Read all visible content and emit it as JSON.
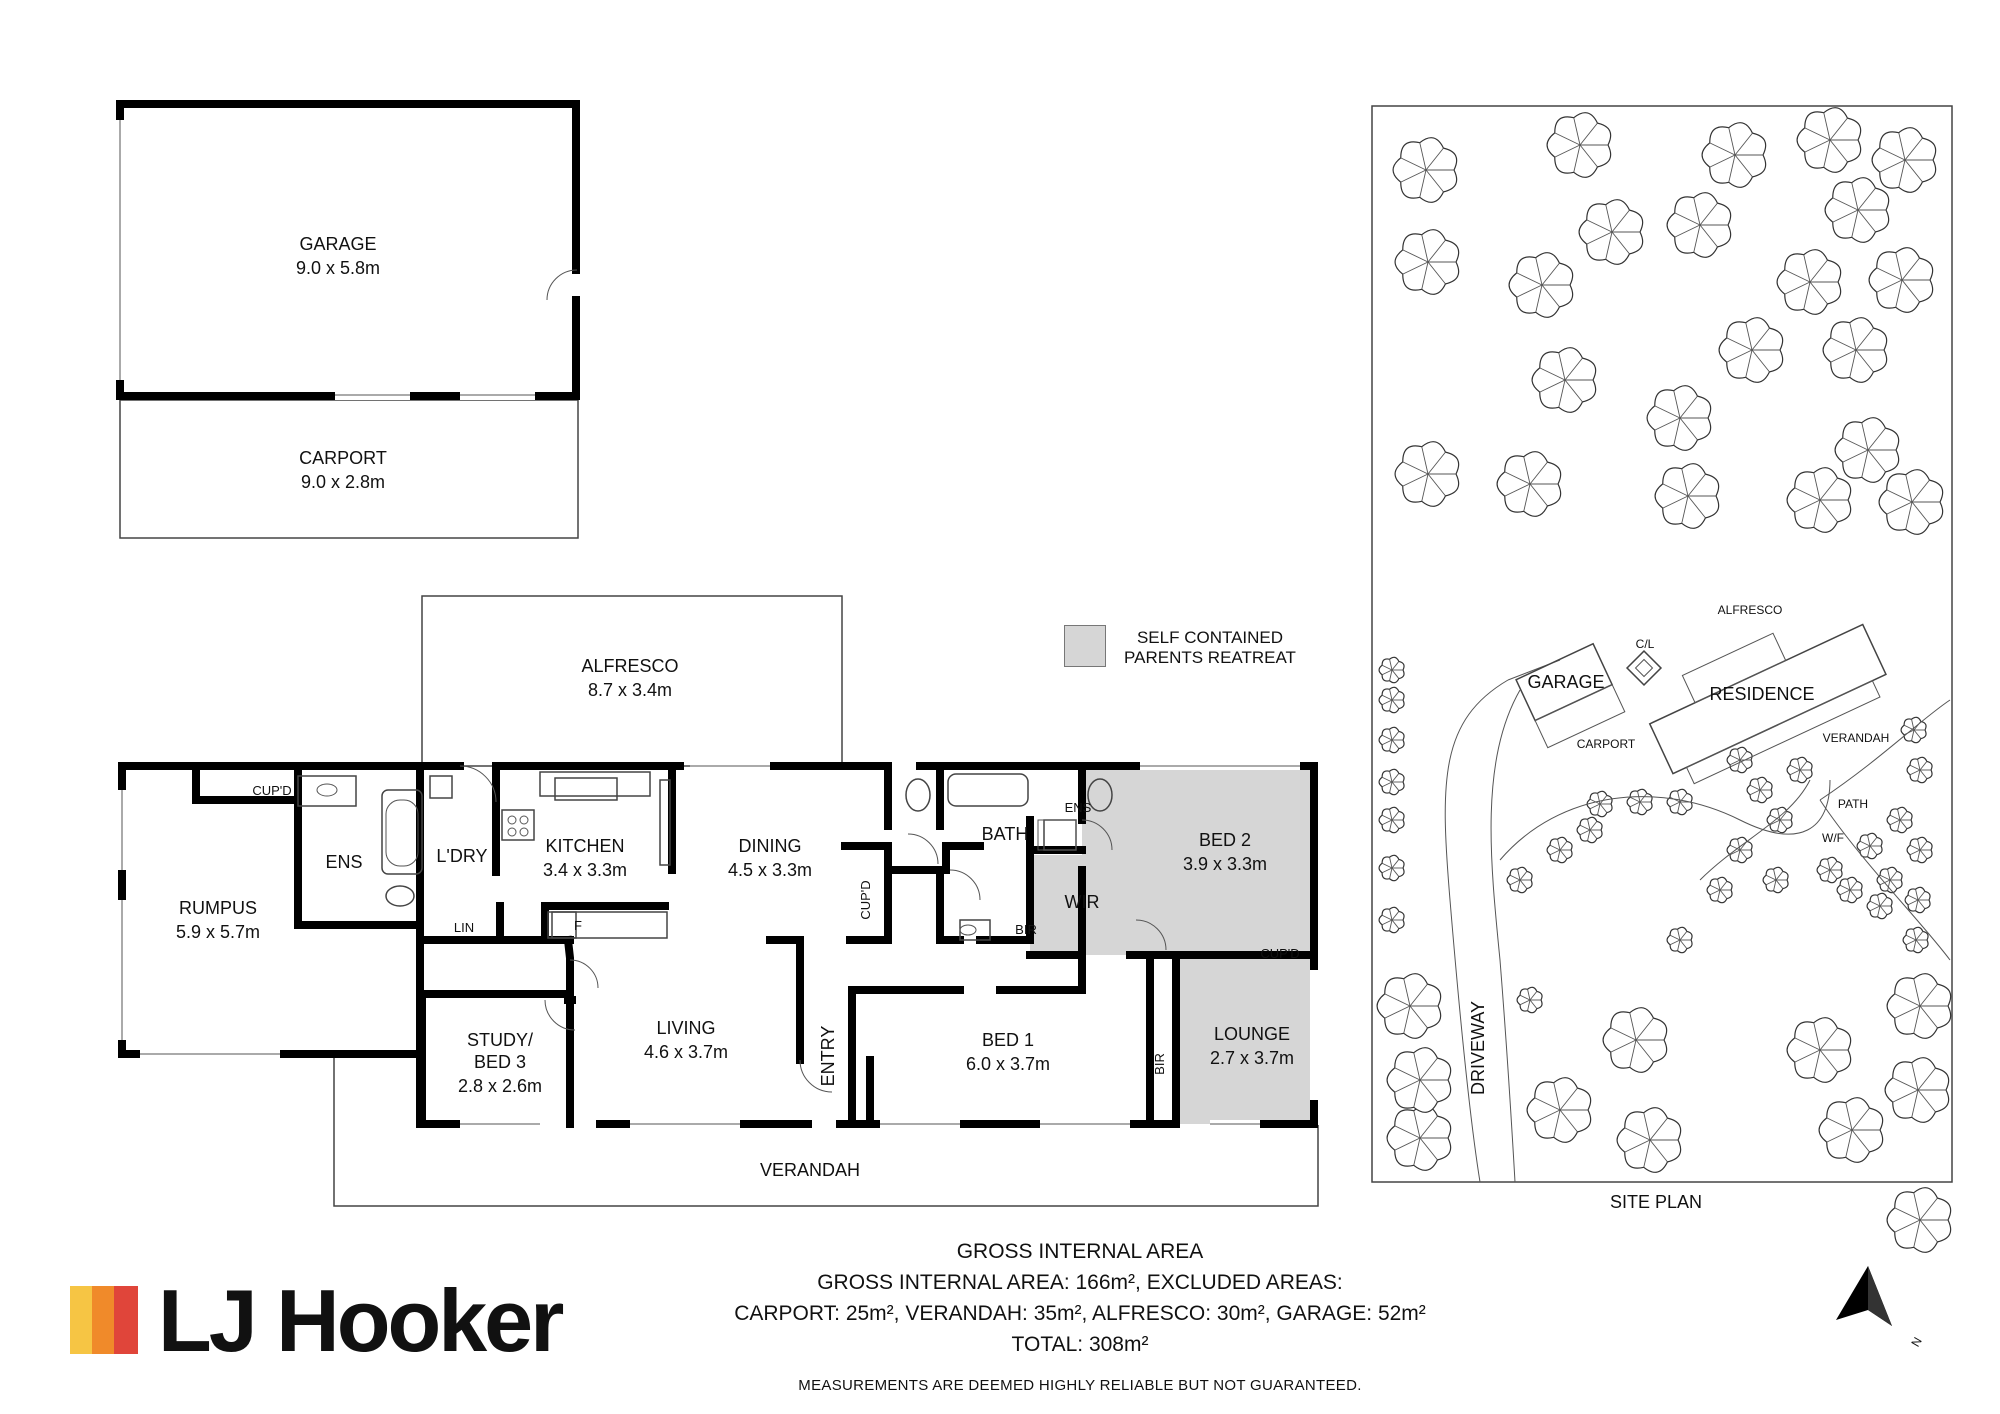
{
  "rooms": {
    "garage": {
      "name": "GARAGE",
      "dim": "9.0 x 5.8m"
    },
    "carport": {
      "name": "CARPORT",
      "dim": "9.0 x 2.8m"
    },
    "alfresco": {
      "name": "ALFRESCO",
      "dim": "8.7 x 3.4m"
    },
    "rumpus": {
      "name": "RUMPUS",
      "dim": "5.9 x 5.7m"
    },
    "ens1": {
      "name": "ENS"
    },
    "ldry": {
      "name": "L'DRY"
    },
    "kitchen": {
      "name": "KITCHEN",
      "dim": "3.4 x 3.3m"
    },
    "dining": {
      "name": "DINING",
      "dim": "4.5 x 3.3m"
    },
    "bath": {
      "name": "BATH"
    },
    "ens2": {
      "name": "ENS"
    },
    "bed2": {
      "name": "BED 2",
      "dim": "3.9 x 3.3m"
    },
    "wir": {
      "name": "WIR"
    },
    "study": {
      "name": "STUDY/",
      "name2": "BED 3",
      "dim": "2.8 x 2.6m"
    },
    "living": {
      "name": "LIVING",
      "dim": "4.6 x 3.7m"
    },
    "entry": {
      "name": "ENTRY"
    },
    "bed1": {
      "name": "BED 1",
      "dim": "6.0 x 3.7m"
    },
    "lounge": {
      "name": "LOUNGE",
      "dim": "2.7 x 3.7m"
    },
    "verandah": {
      "name": "VERANDAH"
    }
  },
  "fixtures": {
    "cupd": "CUP'D",
    "lin": "LIN",
    "fridge": "F",
    "bir": "BIR"
  },
  "legend": {
    "line1": "SELF CONTAINED",
    "line2": "PARENTS REATREAT",
    "swatch_color": "#d6d6d6"
  },
  "site_plan": {
    "title": "SITE PLAN",
    "garage": "GARAGE",
    "carport": "CARPORT",
    "residence": "RESIDENCE",
    "alfresco": "ALFRESCO",
    "verandah": "VERANDAH",
    "path": "PATH",
    "wf": "W/F",
    "cl": "C/L",
    "driveway": "DRIVEWAY",
    "north": "N"
  },
  "areas": {
    "heading": "GROSS INTERNAL AREA",
    "line1": "GROSS INTERNAL AREA: 166m², EXCLUDED AREAS:",
    "line2": "CARPORT: 25m², VERANDAH: 35m², ALFRESCO: 30m², GARAGE: 52m²",
    "total": "TOTAL: 308m²",
    "disclaimer": "MEASUREMENTS ARE DEEMED HIGHLY RELIABLE BUT NOT GUARANTEED."
  },
  "brand": {
    "name": "LJ Hooker",
    "colors": [
      "#f6c544",
      "#f08a2a",
      "#e0453a"
    ]
  }
}
